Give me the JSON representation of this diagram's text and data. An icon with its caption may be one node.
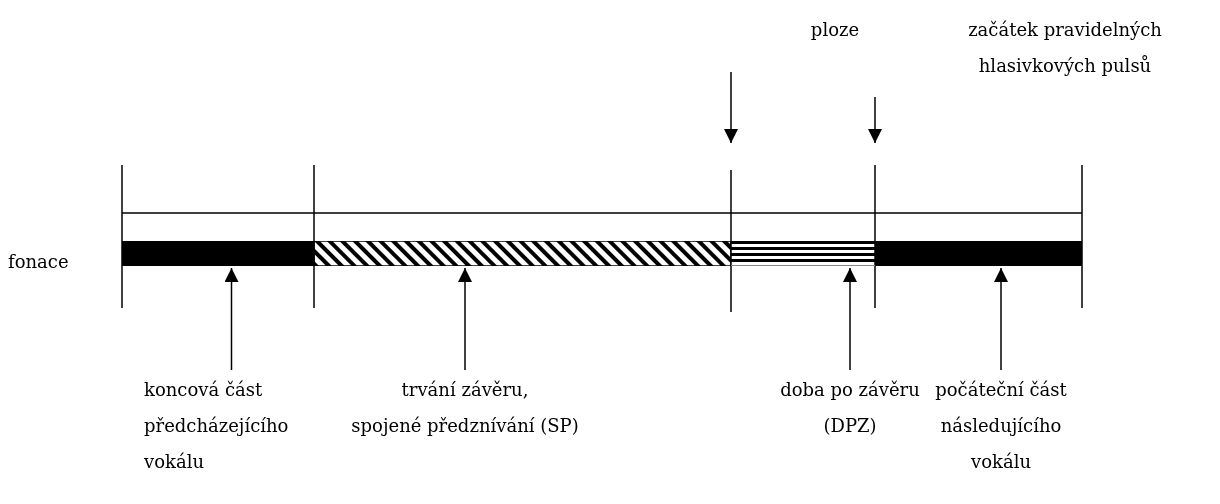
{
  "diagram": {
    "nodes": [
      {
        "text": [
          "fonace"
        ]
      },
      {
        "text": [],
        "shape": "bar"
      },
      {
        "text": [],
        "shape": "bar"
      },
      {
        "text": [],
        "shape": "bar"
      },
      {
        "text": [],
        "shape": "bar"
      },
      {
        "text": [
          "koncová část předcházejícího vokálu"
        ]
      },
      {
        "text": [
          "trvání závěru,",
          "spojené předznívání (SP)"
        ]
      },
      {
        "text": [
          "doba po závěru (DPZ)"
        ]
      },
      {
        "text": [
          "počáteční část následujícího vokálu"
        ]
      }
    ],
    "edges": [
      {
        "from": 5,
        "to": 1,
        "arrow": "to"
      },
      {
        "from": 6,
        "to": 2,
        "arrow": "to"
      },
      {
        "from": 7,
        "to": 3,
        "arrow": "to"
      },
      {
        "from": 8,
        "to": 4,
        "arrow": "to"
      }
    ],
    "labels": [
      "ploze",
      "začátek pravidelných hlasivkových pulsů"
    ]
  }
}
